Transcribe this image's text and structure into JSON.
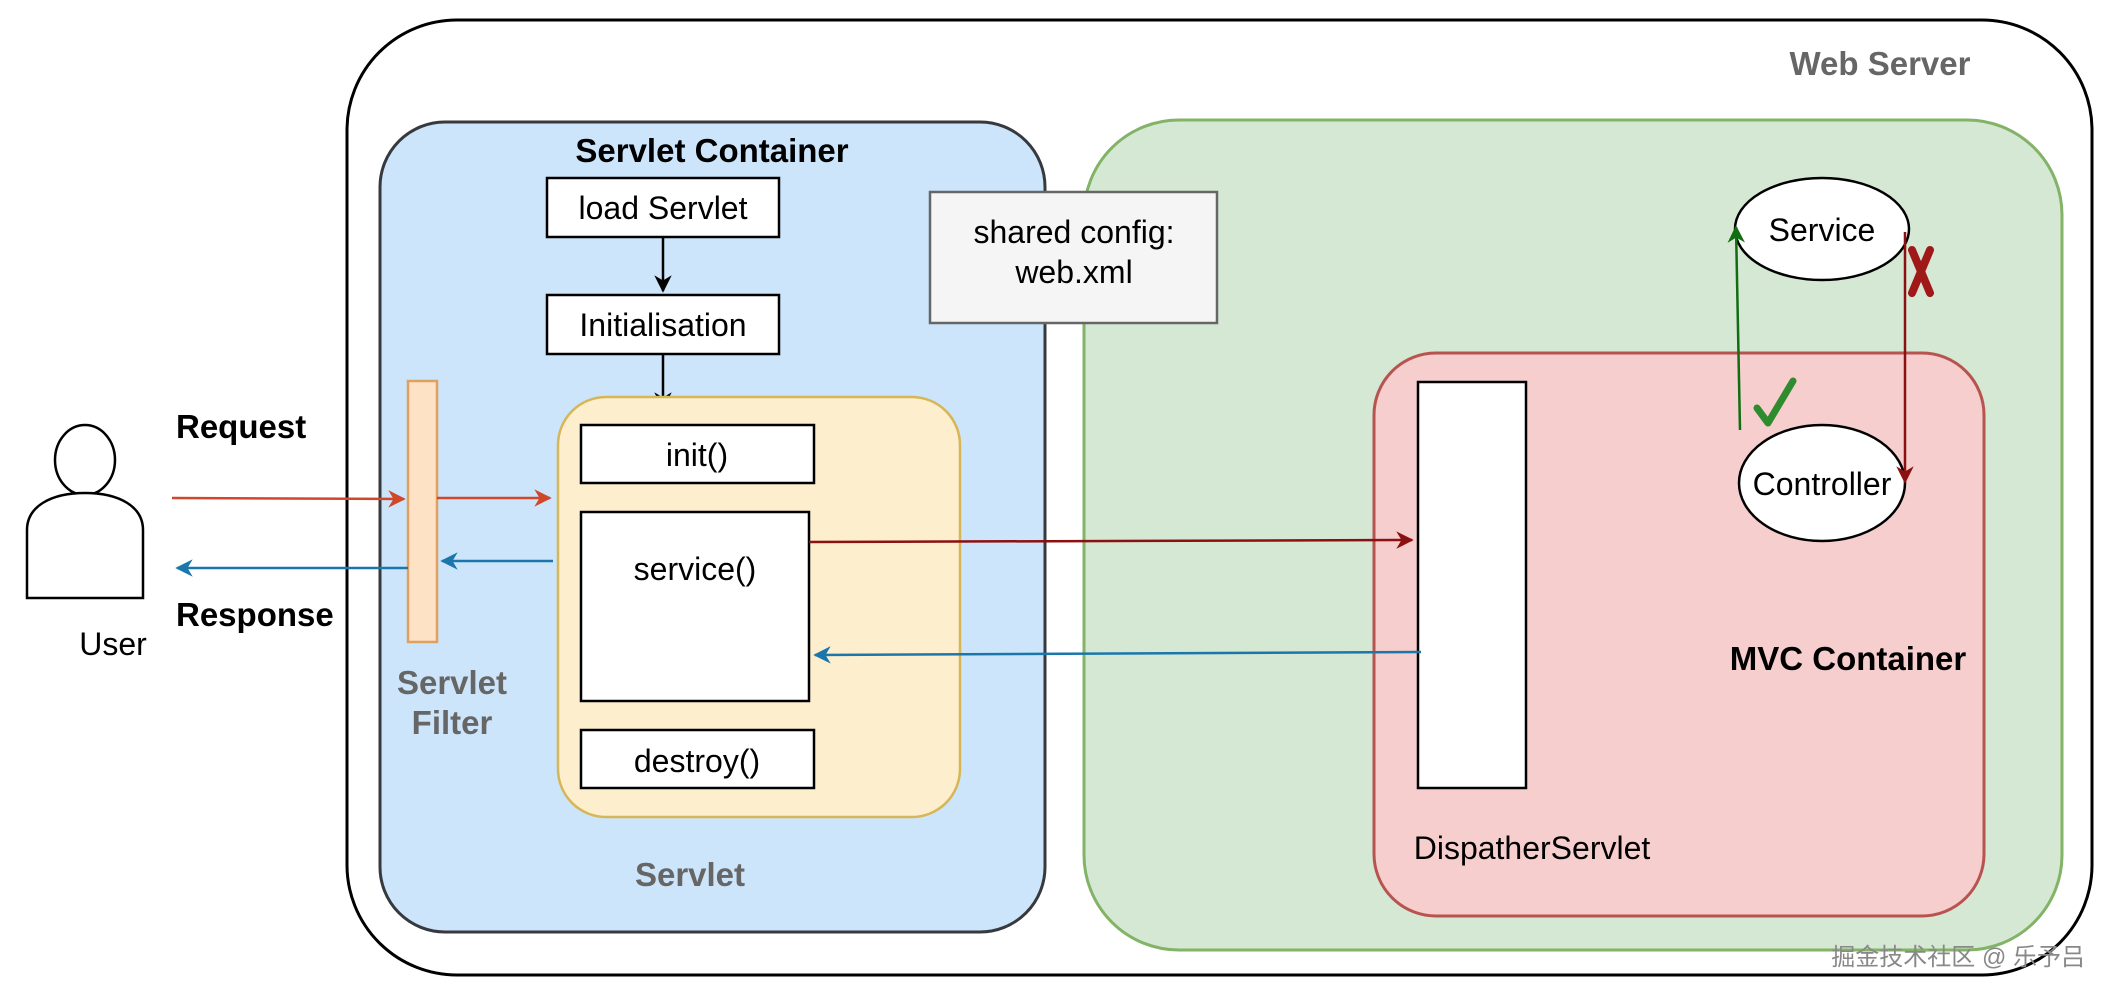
{
  "labels": {
    "web_server": "Web Server",
    "servlet_container": "Servlet Container",
    "load_servlet": "load Servlet",
    "initialisation": "Initialisation",
    "init": "init()",
    "service_method": "service()",
    "destroy": "destroy()",
    "servlet": "Servlet",
    "servlet_filter_line1": "Servlet",
    "servlet_filter_line2": "Filter",
    "shared_config_line1": "shared config:",
    "shared_config_line2": "web.xml",
    "request": "Request",
    "response": "Response",
    "user": "User",
    "service_node": "Service",
    "controller_node": "Controller",
    "mvc_container": "MVC Container",
    "dispatcher_servlet": "DispatherServlet",
    "watermark": "掘金技术社区 @ 乐予吕"
  },
  "colors": {
    "servlet_container_fill": "#cce5fb",
    "servlet_container_stroke": "#36393d",
    "servlet_fill": "#fdefcd",
    "servlet_stroke": "#d6b656",
    "filter_fill": "#fde2c6",
    "filter_stroke": "#e0a060",
    "app_context_fill": "#d5e8d4",
    "app_context_stroke": "#82b366",
    "mvc_fill": "#f5cecd",
    "mvc_stroke": "#b85450",
    "config_fill": "#f5f5f5",
    "config_stroke": "#666666",
    "request_arrow": "#d0472a",
    "response_arrow": "#1b77ab",
    "dark_red_arrow": "#8b1010",
    "green_arrow": "#106d10",
    "check_mark": "#2e8b2e",
    "cross_mark": "#a01818"
  },
  "icons": {
    "user": "user-icon",
    "allowed": "check-mark-icon",
    "denied": "cross-mark-icon"
  }
}
